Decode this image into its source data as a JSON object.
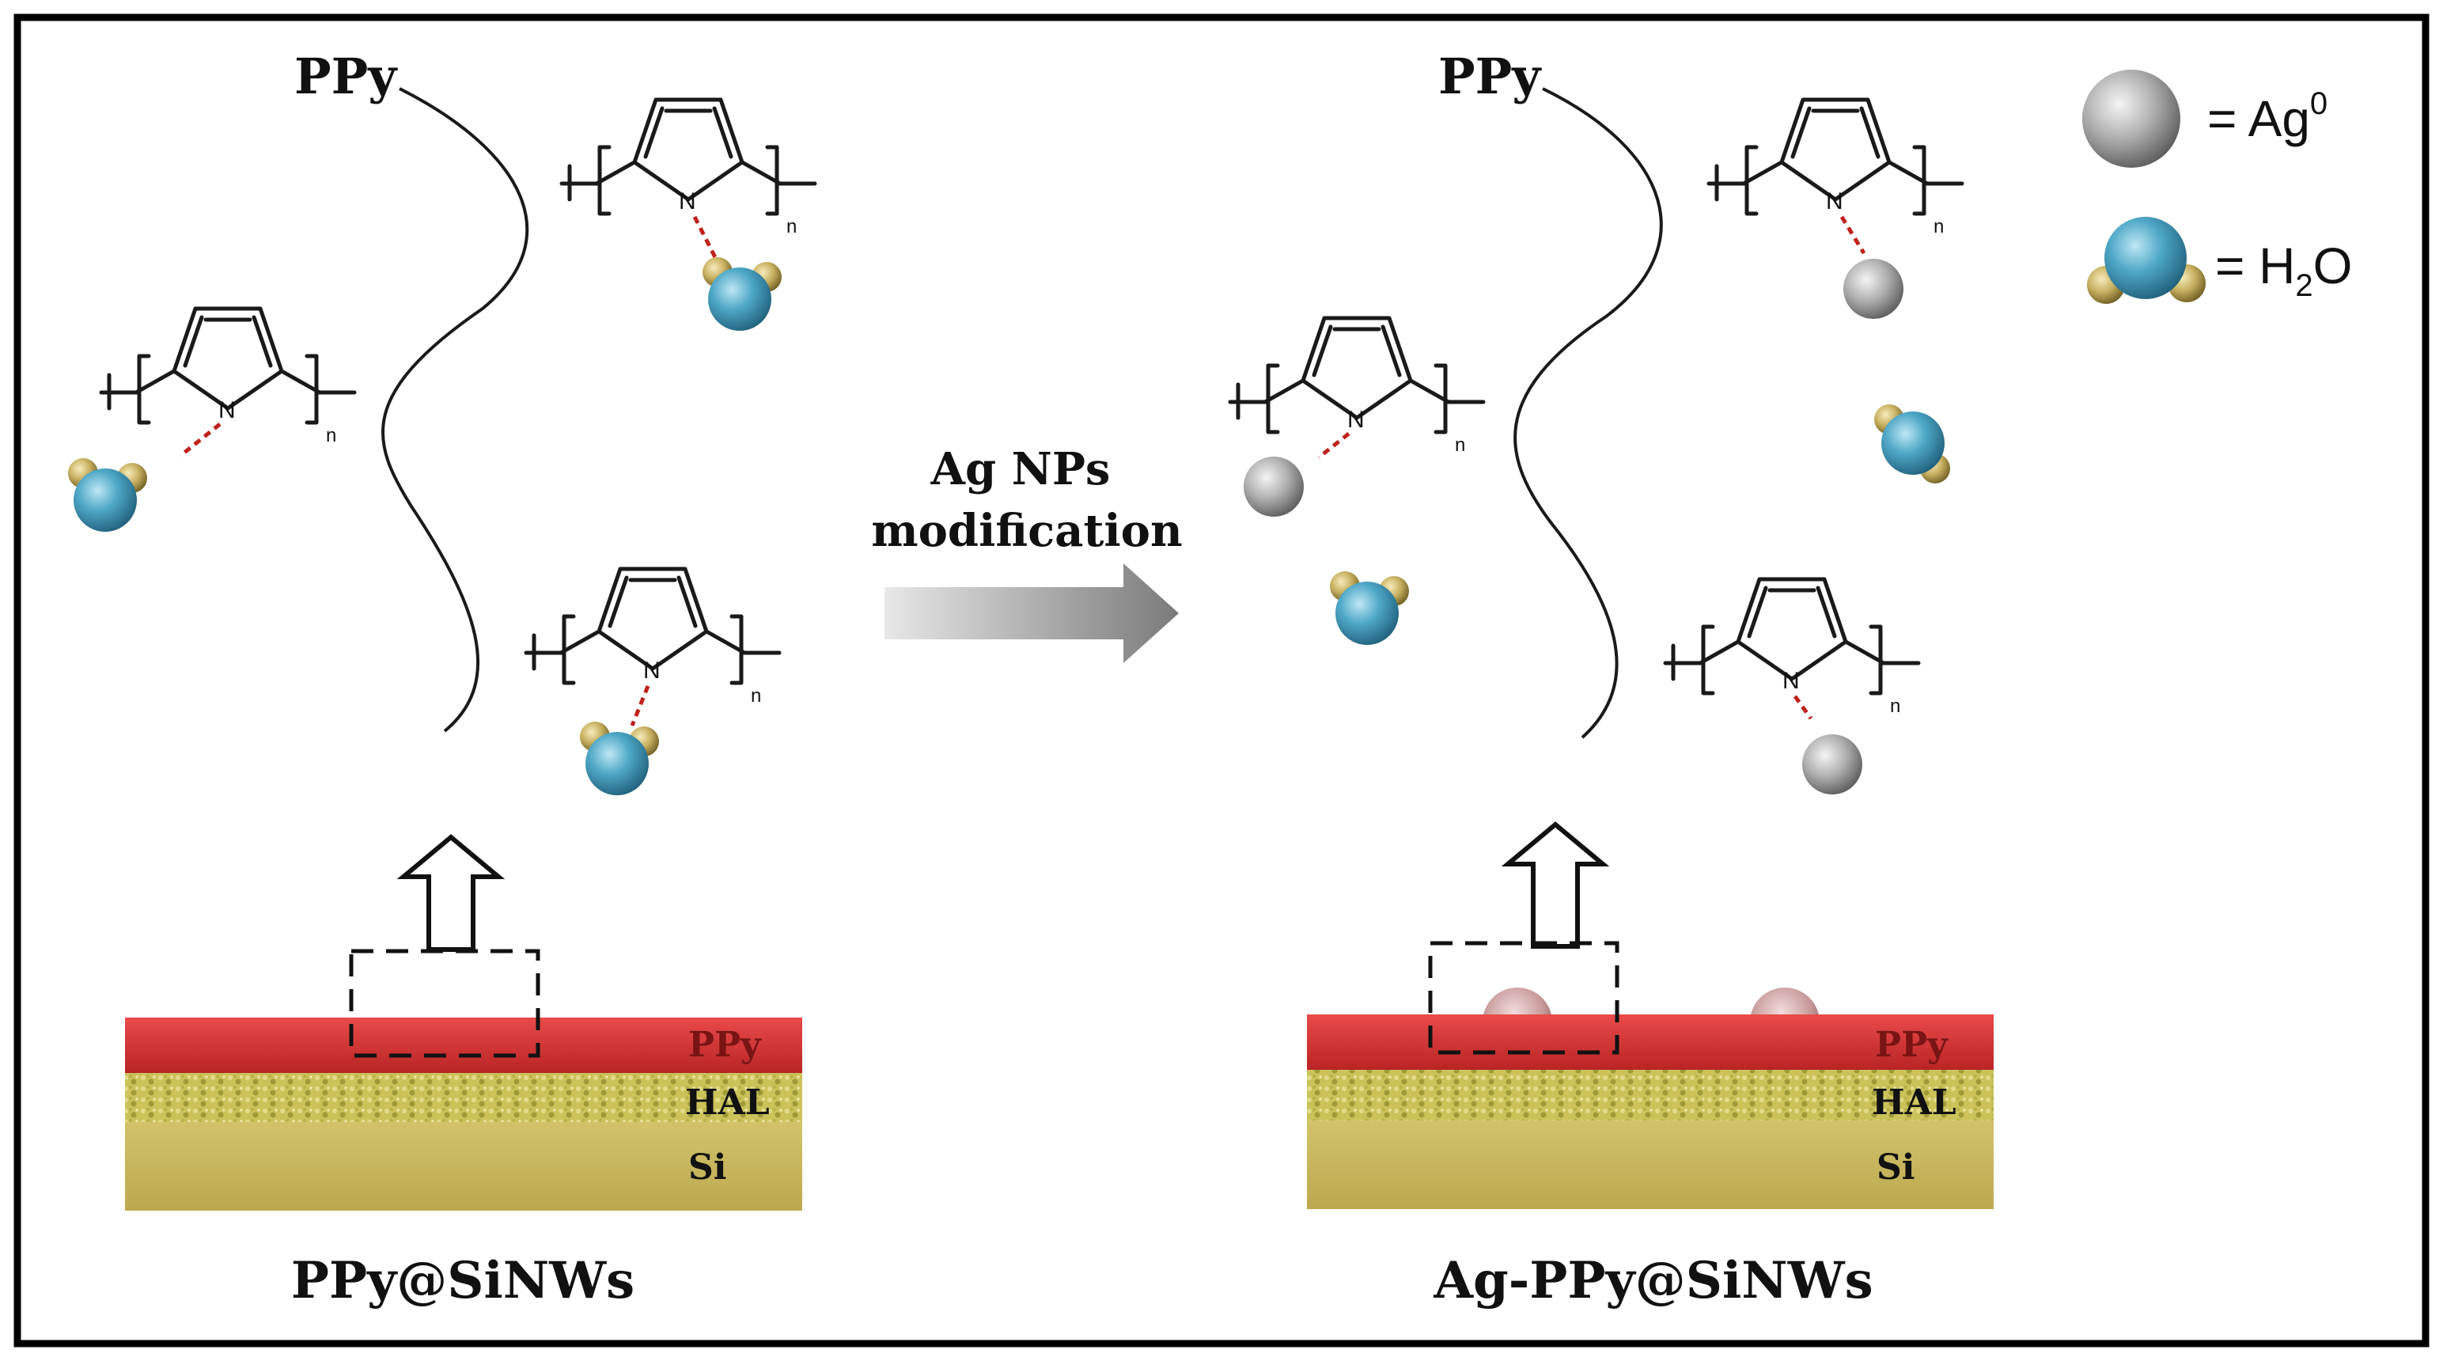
{
  "left_panel": {
    "polymer_label": "PPy",
    "caption": "PPy@SiNWs",
    "atom_label": "N",
    "repeat_subscript": "n",
    "layers": [
      "PPy",
      "HAL",
      "Si"
    ]
  },
  "right_panel": {
    "polymer_label": "PPy",
    "caption": "Ag-PPy@SiNWs",
    "atom_label": "N",
    "repeat_subscript": "n",
    "layers": [
      "PPy",
      "HAL",
      "Si"
    ]
  },
  "process_arrow": {
    "line1": "Ag NPs",
    "line2": "modification"
  },
  "legend": {
    "ag": {
      "prefix": "= Ag",
      "superscript": "0"
    },
    "water": {
      "prefix": "= H",
      "subscript": "2",
      "suffix": "O"
    }
  },
  "colors": {
    "ppy_layer": "#d83434",
    "hal_layer": "#c9c155",
    "si_layer": "#c9b860",
    "water_oxygen": "#4fa8c8",
    "water_hydrogen": "#c8b060",
    "silver": "#b0b0b0",
    "hydrogen_bond": "#c0201d"
  }
}
